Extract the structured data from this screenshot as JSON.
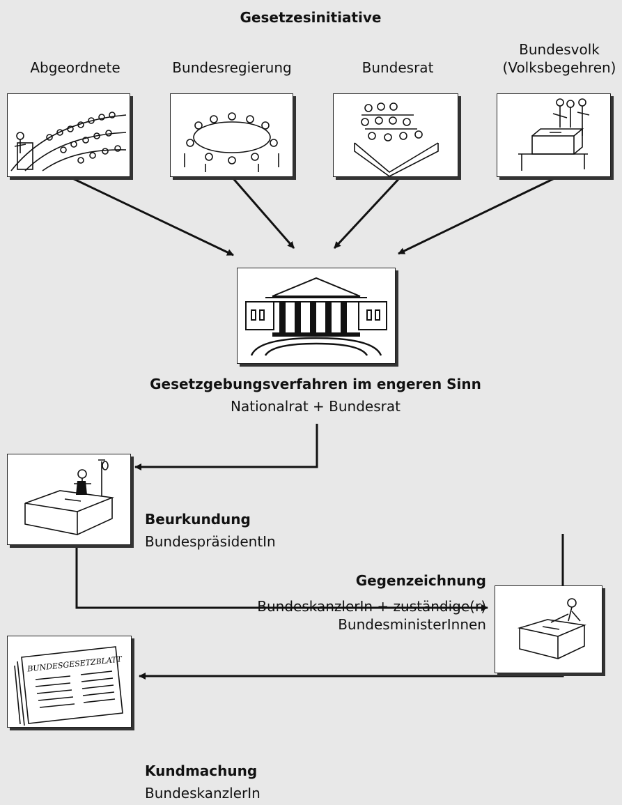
{
  "title": "Gesetzesinitiative",
  "initiators": [
    {
      "label": "Abgeordnete"
    },
    {
      "label": "Bundesregierung"
    },
    {
      "label": "Bundesrat"
    },
    {
      "label": "Bundesvolk\n(Volksbegehren)",
      "line1": "Bundesvolk",
      "line2": "(Volksbegehren)"
    }
  ],
  "procedure": {
    "title": "Gesetzgebungsverfahren im engeren Sinn",
    "subtitle": "Nationalrat + Bundesrat"
  },
  "steps": {
    "beurkundung": {
      "title": "Beurkundung",
      "actor": "BundespräsidentIn"
    },
    "gegenzeichnung": {
      "title": "Gegenzeichnung",
      "actor_line1": "BundeskanzlerIn + zuständige(r)",
      "actor_line2": "BundesministerInnen"
    },
    "kundmachung": {
      "title": "Kundmachung",
      "actor": "BundeskanzlerIn",
      "newspaper_text": "BUNDESGESETZBLATT"
    }
  },
  "colors": {
    "background": "#e8e8e8",
    "box": "#ffffff",
    "line": "#111111"
  }
}
